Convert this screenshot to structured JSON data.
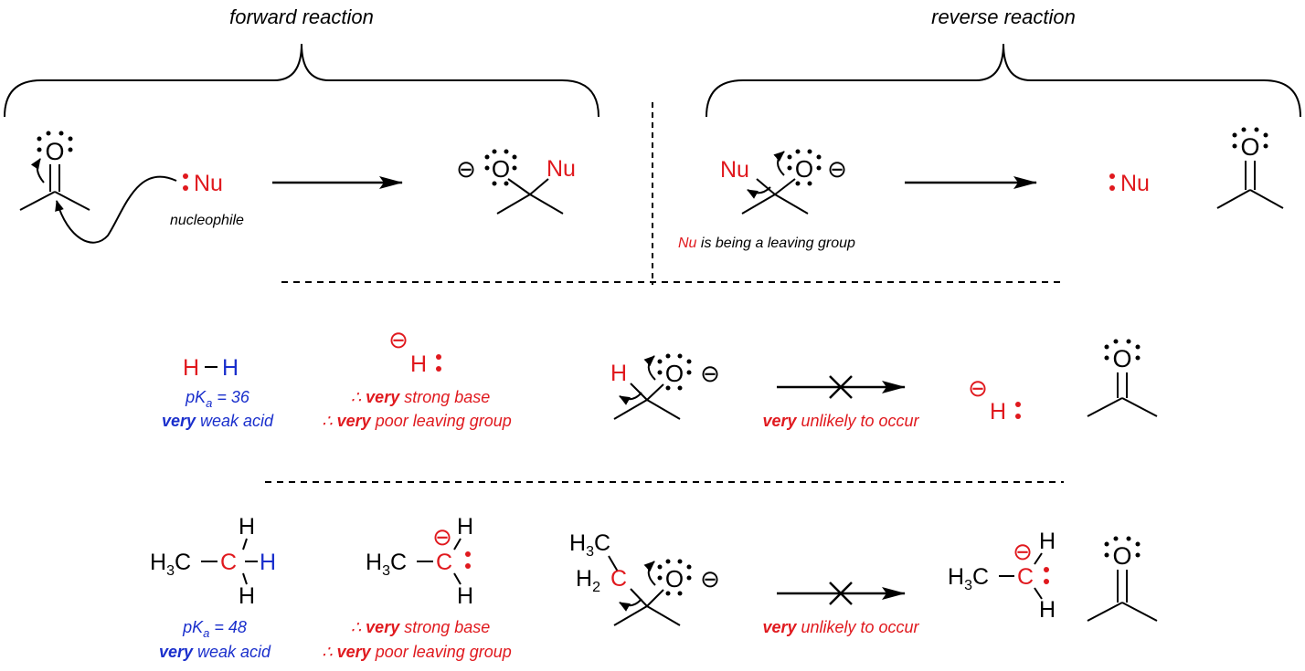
{
  "colors": {
    "red": "#e0191e",
    "blue": "#1a2fcc",
    "black": "#000000"
  },
  "headers": {
    "forward": "forward reaction",
    "reverse": "reverse reaction"
  },
  "atoms": {
    "O": "O",
    "Nu": "Nu",
    "H": "H",
    "C": "C",
    "H3C": "H3C",
    "H2C": "H2C",
    "minus": "⊖",
    "dots": ":"
  },
  "forward": {
    "nucleophile_label": "nucleophile"
  },
  "reverse": {
    "caption_nu": "Nu",
    "caption_rest": " is being a leaving group"
  },
  "row2": {
    "pka": "pKa = 36",
    "acid_bold": "very",
    "acid_rest": " weak acid",
    "base_prefix": "∴ ",
    "base_bold": "very",
    "base_rest": " strong base",
    "lg_prefix": "∴ ",
    "lg_bold": "very",
    "lg_rest": " poor leaving group",
    "unlikely_bold": "very",
    "unlikely_rest": " unlikely to occur"
  },
  "row3": {
    "pka": "pKa = 48",
    "acid_bold": "very",
    "acid_rest": " weak acid",
    "base_prefix": "∴ ",
    "base_bold": "very",
    "base_rest": " strong base",
    "lg_prefix": "∴ ",
    "lg_bold": "very",
    "lg_rest": " poor leaving group",
    "unlikely_bold": "very",
    "unlikely_rest": " unlikely to occur"
  }
}
